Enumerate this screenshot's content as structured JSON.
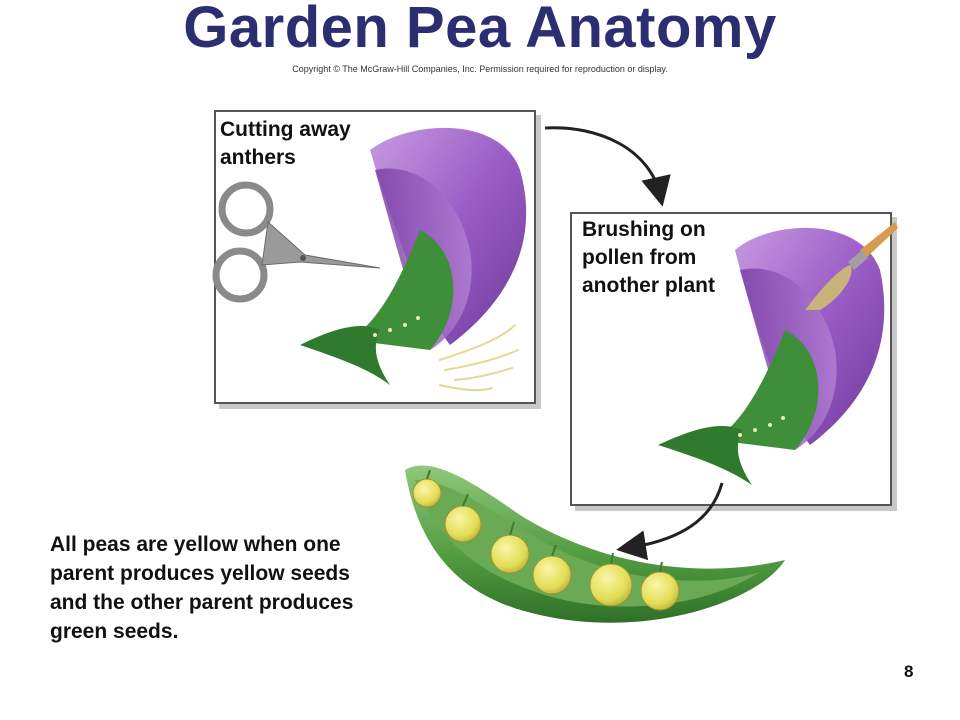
{
  "title": "Garden Pea Anatomy",
  "copyright": "Copyright © The McGraw-Hill Companies, Inc. Permission required for reproduction or display.",
  "panels": [
    {
      "label": "Cutting away anthers"
    },
    {
      "label": "Brushing on pollen from another plant"
    }
  ],
  "caption": "All peas are yellow when one parent produces yellow seeds and the other parent produces green seeds.",
  "page_number": "8",
  "colors": {
    "title": "#2b2f72",
    "petal": "#9b59c6",
    "sepal": "#3f8f3a",
    "pea": "#e6e063"
  }
}
